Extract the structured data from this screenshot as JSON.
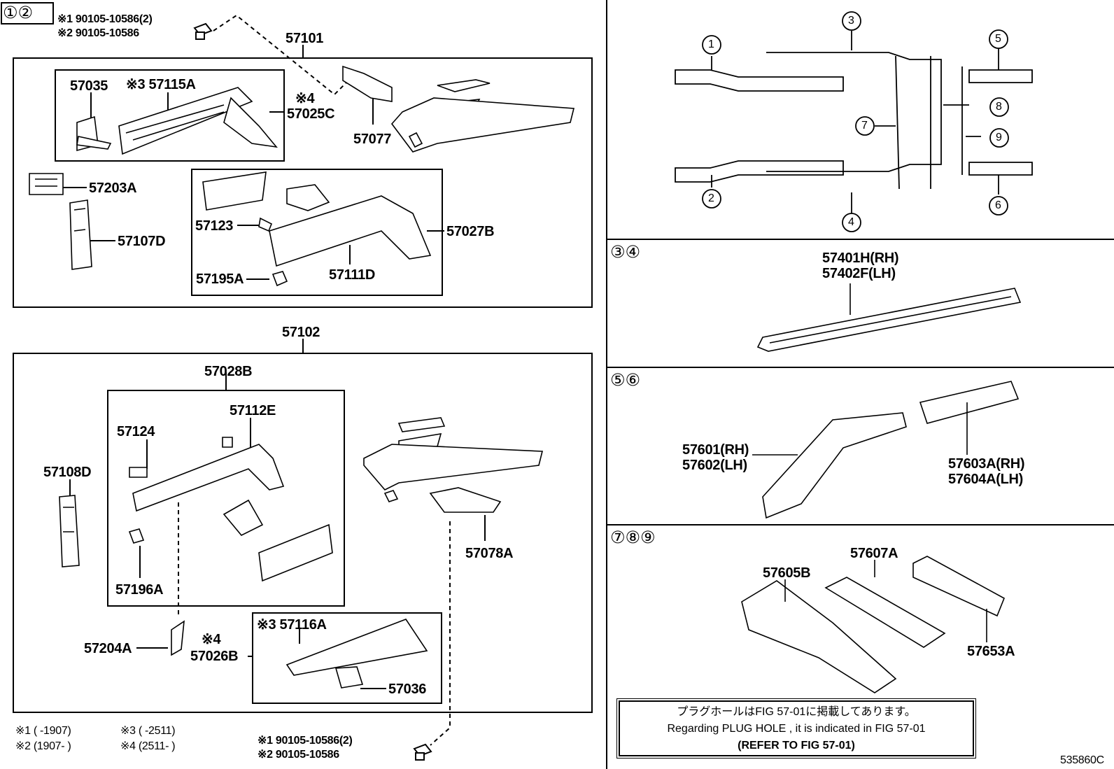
{
  "header": {
    "ids": "①②"
  },
  "top_bolt": {
    "line1": "※1 90105-10586(2)",
    "line2": "※2 90105-10586"
  },
  "assy1": {
    "label": "57101",
    "parts": [
      "57035",
      "※3 57115A",
      "※4",
      "57025C",
      "57077",
      "57203A",
      "57107D",
      "57123",
      "57027B",
      "57195A",
      "57111D"
    ]
  },
  "assy2": {
    "label": "57102",
    "parts": [
      "57028B",
      "57112E",
      "57124",
      "57108D",
      "57196A",
      "57078A",
      "57204A",
      "※4",
      "57026B",
      "※3 57116A",
      "57036"
    ]
  },
  "footnotes": {
    "f1": "※1 (      -1907)",
    "f2": "※2 (1907-      )",
    "f3": "※3 (      -2511)",
    "f4": "※4 (2511-      )"
  },
  "bottom_bolt": {
    "line1": "※1 90105-10586(2)",
    "line2": "※2 90105-10586"
  },
  "overview": {
    "callouts": [
      "1",
      "2",
      "3",
      "4",
      "5",
      "6",
      "7",
      "8",
      "9"
    ]
  },
  "section34": {
    "ids": "③④",
    "line1": "57401H(RH)",
    "line2": "57402F(LH)"
  },
  "section56": {
    "ids": "⑤⑥",
    "a1": "57601(RH)",
    "a2": "57602(LH)",
    "b1": "57603A(RH)",
    "b2": "57604A(LH)"
  },
  "section789": {
    "ids": "⑦⑧⑨",
    "p1": "57605B",
    "p2": "57607A",
    "p3": "57653A"
  },
  "note": {
    "jp": "プラグホールはFIG 57-01に掲載してあります。",
    "en": "Regarding PLUG HOLE , it is indicated in FIG 57-01",
    "ref": "(REFER TO FIG 57-01)"
  },
  "figure_code": "535860C"
}
